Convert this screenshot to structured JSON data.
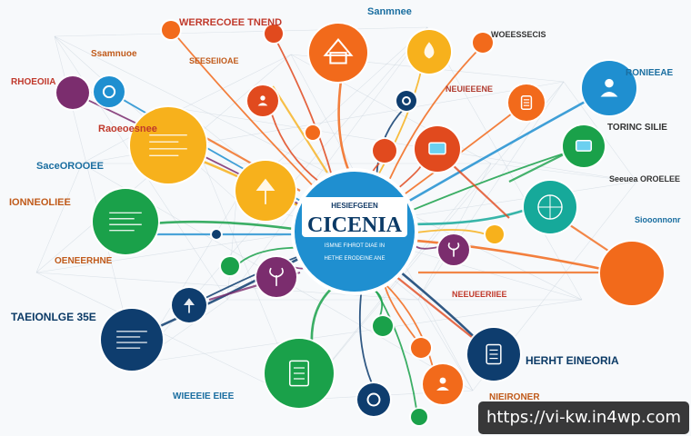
{
  "hub": {
    "title": "CICENIA",
    "subtitle": "HESIEFGEEN",
    "caption": "ISMNE FIHROT DIAE IN",
    "caption2": "HETHE ERODEINE ANE"
  },
  "labels": [
    {
      "text": "WERRECOEE TNEND",
      "color": "#c0392b"
    },
    {
      "text": "Sanmnee",
      "color": "#1a6ea0"
    },
    {
      "text": "WOEESSECIS",
      "color": "#333333"
    },
    {
      "text": "Ssamnuoe",
      "color": "#c05a1a"
    },
    {
      "text": "SEESEIIOAE",
      "color": "#c05a1a"
    },
    {
      "text": "RHOEOIIA",
      "color": "#c0392b"
    },
    {
      "text": "NEUIEEENE",
      "color": "#b03a2e"
    },
    {
      "text": "RONIEEAE",
      "color": "#1a6ea0"
    },
    {
      "text": "Raoeoesnee",
      "color": "#c0392b"
    },
    {
      "text": "TORINC SILIE",
      "color": "#333333"
    },
    {
      "text": "SaceOROOEE",
      "color": "#1a6ea0"
    },
    {
      "text": "Seeuea OROELEE",
      "color": "#333333"
    },
    {
      "text": "IONNEOLIEE",
      "color": "#c05a1a"
    },
    {
      "text": "Siooonnonr",
      "color": "#1a6ea0"
    },
    {
      "text": "TAEIONLGE 35E",
      "color": "#0b3a66"
    },
    {
      "text": "NEEUEERIIEE",
      "color": "#c0392b"
    },
    {
      "text": "HERHT EINEORIA",
      "color": "#0b3a66"
    },
    {
      "text": "WIEEEIE EIEE",
      "color": "#1a6ea0"
    },
    {
      "text": "NIEIRONER",
      "color": "#c05a1a"
    },
    {
      "text": "OENEERHNE",
      "color": "#c05a1a"
    }
  ],
  "url": "https://vi-kw.in4wp.com",
  "colors": {
    "hub": "#1f8fd0",
    "blue": "#1f8fd0",
    "orange": "#f26a1b",
    "yellow": "#f7b11c",
    "green": "#1aa14a",
    "teal": "#16a99a",
    "navy": "#0e3d6e",
    "purple": "#7b2d6e",
    "red": "#e14a1e"
  }
}
